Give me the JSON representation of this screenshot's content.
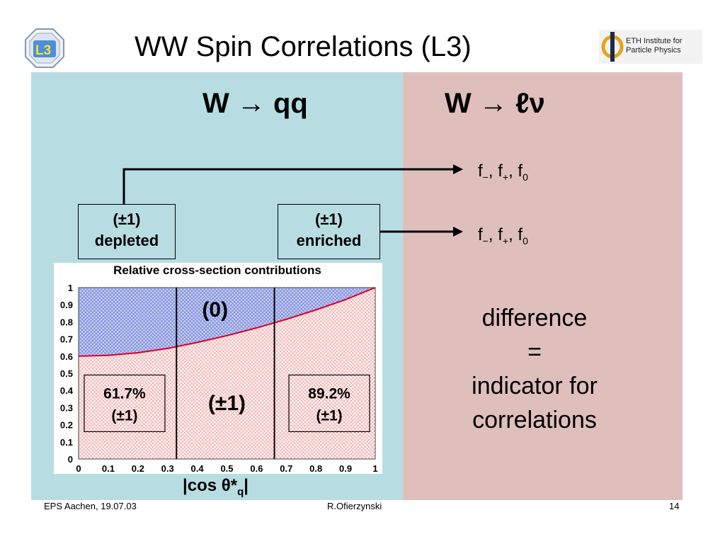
{
  "title": "WW Spin Correlations (L3)",
  "logos": {
    "left_icon": "l3-experiment-logo",
    "right_icon": "eth-institute-logo",
    "right_text": "ETH Institute for\nParticle Physics"
  },
  "headings": {
    "left": "W → qq",
    "right": "W → ℓν"
  },
  "boxes": {
    "depleted": {
      "line1": "(±1)",
      "line2": "depleted"
    },
    "enriched": {
      "line1": "(±1)",
      "line2": "enriched"
    }
  },
  "fractions": {
    "f_base": "f",
    "minus": "−",
    "plus": "+",
    "zero": "0",
    "sep": ", "
  },
  "note": {
    "line1": "difference",
    "line2": "=",
    "line3": "indicator for",
    "line4": "correlations"
  },
  "chart_data": {
    "type": "area",
    "title": "Relative cross-section contributions",
    "xlabel": "|cos θ*q|",
    "ylabel": "",
    "xlim": [
      0,
      1
    ],
    "ylim": [
      0,
      1
    ],
    "x": [
      0,
      0.1,
      0.2,
      0.3,
      0.4,
      0.5,
      0.6,
      0.7,
      0.8,
      0.9,
      1.0
    ],
    "boundary": [
      0.6,
      0.605,
      0.62,
      0.645,
      0.68,
      0.72,
      0.765,
      0.815,
      0.87,
      0.93,
      1.0
    ],
    "x_ticks": [
      "0",
      "0.1",
      "0.2",
      "0.3",
      "0.4",
      "0.5",
      "0.6",
      "0.7",
      "0.8",
      "0.9",
      "1"
    ],
    "y_ticks": [
      "0",
      "0.1",
      "0.2",
      "0.3",
      "0.4",
      "0.5",
      "0.6",
      "0.7",
      "0.8",
      "0.9",
      "1"
    ],
    "cuts": [
      0.33,
      0.66
    ],
    "regions": {
      "upper": "(0)",
      "lower": "(±1)"
    },
    "annotations": [
      {
        "value": "61.7%",
        "label": "(±1)"
      },
      {
        "value": "89.2%",
        "label": "(±1)"
      }
    ],
    "colors": {
      "upper": "#7f8fe0",
      "lower": "#f0a8a8",
      "curve": "#d4002a"
    }
  },
  "footer": {
    "left": "EPS Aachen, 19.07.03",
    "center": "R.Ofierzynski",
    "right": "14"
  }
}
